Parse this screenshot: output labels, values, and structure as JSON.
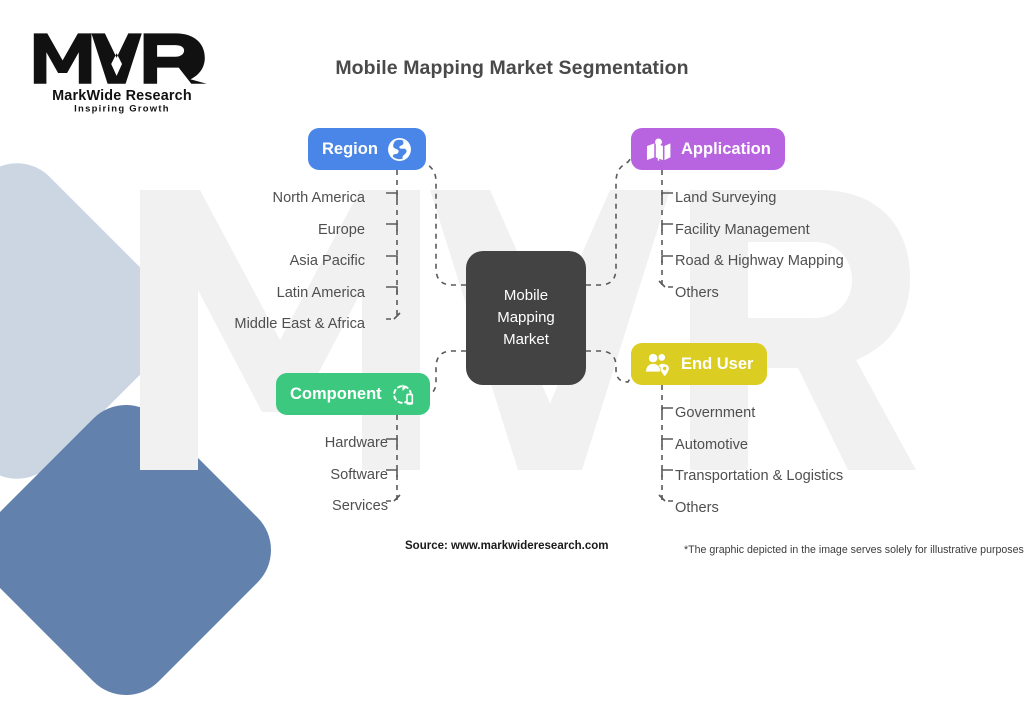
{
  "brand": {
    "logo_mark": "MWR",
    "logo_name": "MarkWide Research",
    "logo_tagline": "Inspiring Growth",
    "watermark": "MWR"
  },
  "header": {
    "title": "Mobile Mapping Market Segmentation"
  },
  "center": {
    "line1": "Mobile",
    "line2": "Mapping",
    "line3": "Market"
  },
  "categories": [
    {
      "key": "region",
      "label": "Region",
      "icon": "globe-icon",
      "color": "#4a86e8",
      "icon_side": "right",
      "items": [
        "North America",
        "Europe",
        "Asia Pacific",
        "Latin America",
        "Middle East & Africa"
      ]
    },
    {
      "key": "application",
      "label": "Application",
      "icon": "map-pin-icon",
      "color": "#b863e0",
      "icon_side": "left",
      "items": [
        "Land Surveying",
        "Facility Management",
        "Road & Highway Mapping",
        "Others"
      ]
    },
    {
      "key": "component",
      "label": "Component",
      "icon": "device-sync-icon",
      "color": "#3cc97f",
      "icon_side": "right",
      "items": [
        "Hardware",
        "Software",
        "Services"
      ]
    },
    {
      "key": "enduser",
      "label": "End User",
      "icon": "users-location-icon",
      "color": "#dbcd22",
      "icon_side": "left",
      "items": [
        "Government",
        "Automotive",
        "Transportation & Logistics",
        "Others"
      ]
    }
  ],
  "footer": {
    "source": "Source: www.markwideresearch.com",
    "disclaimer": "*The graphic depicted in the image serves solely for illustrative purposes"
  },
  "colors": {
    "center_node": "#434343",
    "title": "#4a4a4a",
    "item_text": "#4f4f4f",
    "connector": "#5a5a5a",
    "shape_light": "#b9c6d8",
    "shape_dark": "#5a7aa8"
  }
}
